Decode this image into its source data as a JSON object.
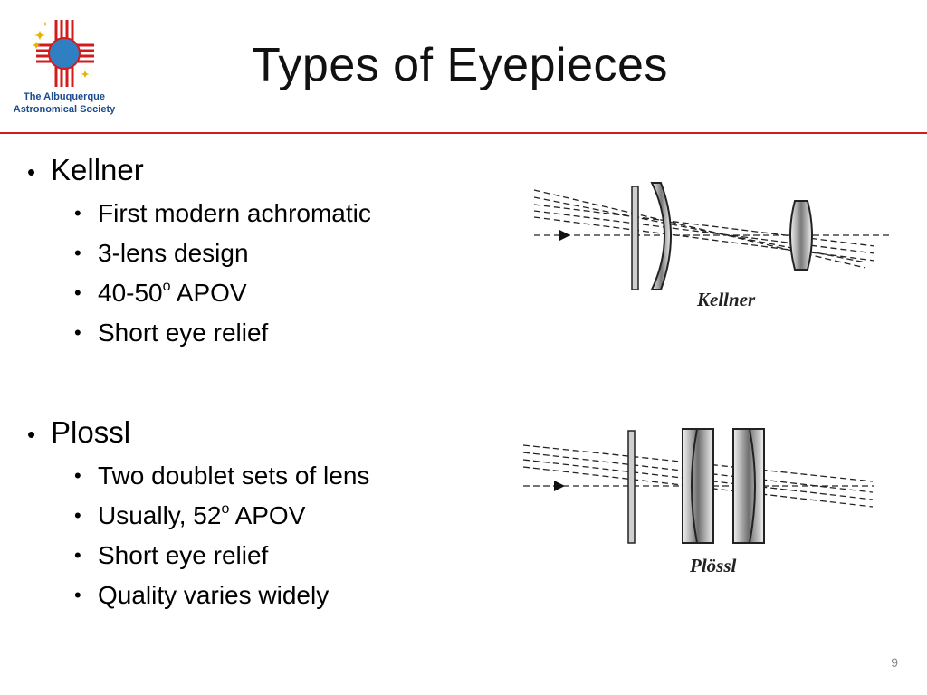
{
  "logo": {
    "org_line1": "The Albuquerque",
    "org_line2": "Astronomical Society",
    "colors": {
      "zia": "#d21c1c",
      "circle": "#2f7fc2",
      "stars": "#e8b400"
    }
  },
  "slide": {
    "title": "Types of Eyepieces",
    "divider_color": "#d21c1c",
    "page_number": "9"
  },
  "sections": [
    {
      "heading": "Kellner",
      "items": [
        {
          "text": "First modern achromatic"
        },
        {
          "text": "3-lens design"
        },
        {
          "pre": "40-50",
          "sup": "o",
          "post": " APOV"
        },
        {
          "text": "Short eye relief"
        }
      ],
      "diagram_label": "Kellner"
    },
    {
      "heading": "Plossl",
      "items": [
        {
          "text": "Two doublet sets of lens"
        },
        {
          "pre": "Usually, 52",
          "sup": "o",
          "post": " APOV"
        },
        {
          "text": "Short eye relief"
        },
        {
          "text": "Quality varies widely"
        }
      ],
      "diagram_label": "Plössl"
    }
  ]
}
